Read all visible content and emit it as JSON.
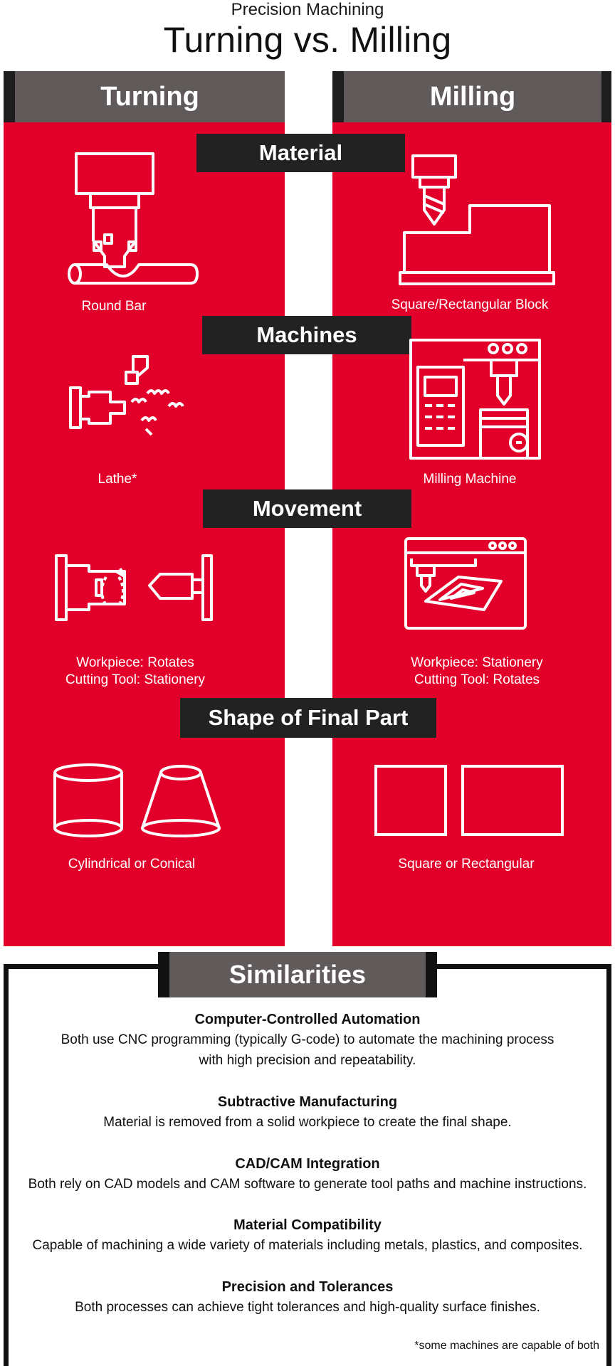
{
  "header": {
    "kicker": "Precision Machining",
    "title": "Turning vs. Milling"
  },
  "columns": {
    "left": "Turning",
    "right": "Milling"
  },
  "categories": {
    "material": "Material",
    "machines": "Machines",
    "movement": "Movement",
    "shape": "Shape of Final Part"
  },
  "turning": {
    "material": "Round Bar",
    "machine": "Lathe*",
    "movement_line1": "Workpiece: Rotates",
    "movement_line2": "Cutting Tool: Stationery",
    "shape": "Cylindrical or Conical"
  },
  "milling": {
    "material": "Square/Rectangular Block",
    "machine": "Milling Machine",
    "movement_line1": "Workpiece: Stationery",
    "movement_line2": "Cutting Tool: Rotates",
    "shape": "Square or Rectangular"
  },
  "similarities": {
    "heading": "Similarities",
    "items": [
      {
        "title": "Computer-Controlled Automation",
        "text1": "Both use CNC programming (typically G-code) to automate the machining process",
        "text2": "with high precision and repeatability."
      },
      {
        "title": "Subtractive Manufacturing",
        "text1": "Material is removed from a solid workpiece to create the final shape.",
        "text2": ""
      },
      {
        "title": "CAD/CAM Integration",
        "text1": "Both rely on CAD models and CAM software to generate tool paths and machine instructions.",
        "text2": ""
      },
      {
        "title": "Material Compatibility",
        "text1": "Capable of machining a wide variety of materials including metals, plastics, and composites.",
        "text2": ""
      },
      {
        "title": "Precision and Tolerances",
        "text1": "Both processes can achieve tight tolerances and high-quality surface finishes.",
        "text2": ""
      }
    ],
    "footnote": "*some machines are capable of both"
  },
  "colors": {
    "red": "#e2002a",
    "header_gray": "#615a5a",
    "dark": "#222222"
  },
  "icons": [
    "lathe-tool-round-bar-icon",
    "mill-block-icon",
    "lathe-icon",
    "milling-machine-icon",
    "rotating-workpiece-icon",
    "mill-screen-icon",
    "cylinder-icon",
    "cone-icon",
    "square-icon",
    "rectangle-icon"
  ]
}
